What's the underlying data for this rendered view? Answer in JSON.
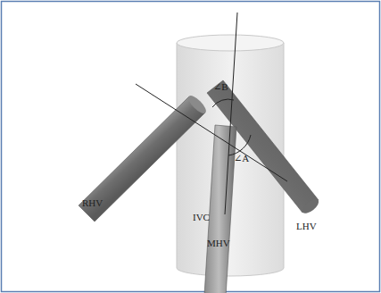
{
  "diagram": {
    "labels": [
      "∠B",
      "∠A",
      "RHV",
      "IVC",
      "MHV",
      "LHV"
    ]
  }
}
